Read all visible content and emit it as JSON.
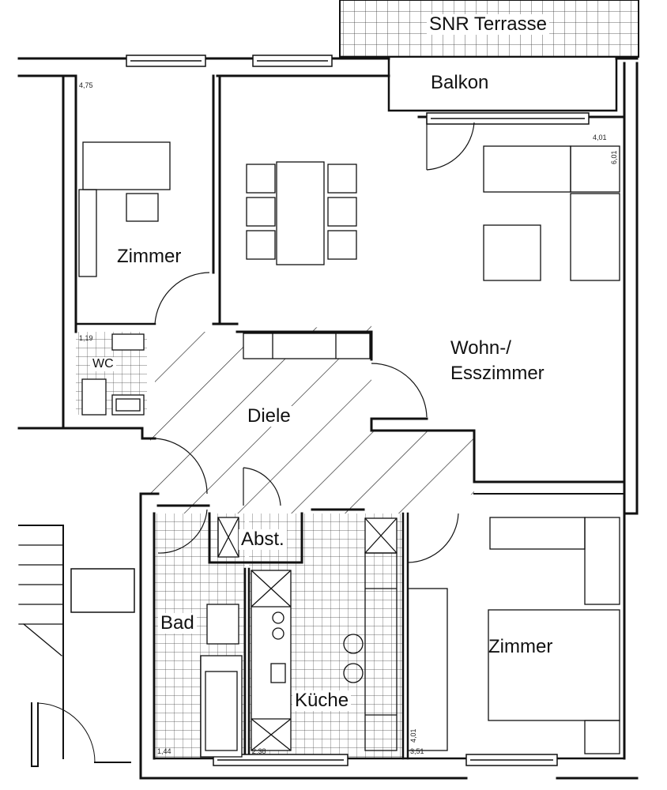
{
  "plan": {
    "rooms": {
      "terrace": "SNR Terrasse",
      "balcony": "Balkon",
      "room_top": "Zimmer",
      "living_line1": "Wohn-/",
      "living_line2": "Esszimmer",
      "wc": "WC",
      "hall": "Diele",
      "storage": "Abst.",
      "bath": "Bad",
      "kitchen": "Küche",
      "room_bottom": "Zimmer"
    },
    "dimensions": {
      "d_475": "4,75",
      "d_401_top": "4,01",
      "d_601": "6,01",
      "d_119": "1,19",
      "d_144": "1,44",
      "d_238": "2,38",
      "d_401_bottom": "4,01",
      "d_351": "3,51"
    }
  }
}
